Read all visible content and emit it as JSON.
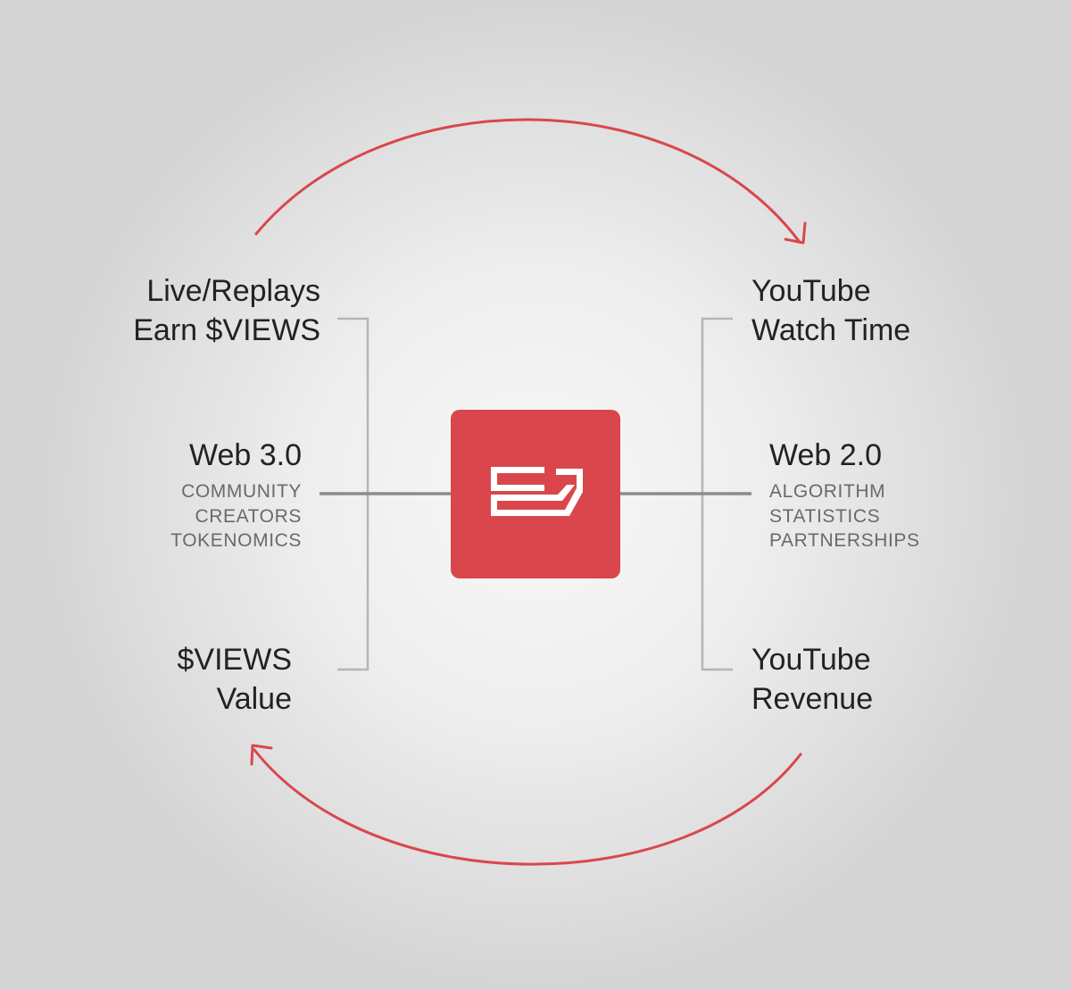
{
  "colors": {
    "accent": "#d9474c",
    "text_dark": "#222222",
    "text_muted": "#6a6a6a",
    "connector": "#8c8c8c",
    "bracket": "#b5b5b5"
  },
  "left": {
    "top": {
      "line1": "Live/Replays",
      "line2": "Earn $VIEWS"
    },
    "middle": {
      "title": "Web 3.0",
      "items": [
        "COMMUNITY",
        "CREATORS",
        "TOKENOMICS"
      ]
    },
    "bottom": {
      "line1": "$VIEWS",
      "line2": "Value"
    }
  },
  "right": {
    "top": {
      "line1": "YouTube",
      "line2": "Watch Time"
    },
    "middle": {
      "title": "Web 2.0",
      "items": [
        "ALGORITHM",
        "STATISTICS",
        "PARTNERSHIPS"
      ]
    },
    "bottom": {
      "line1": "YouTube",
      "line2": "Revenue"
    }
  },
  "center": {
    "logo_icon": "views-logo-icon"
  }
}
